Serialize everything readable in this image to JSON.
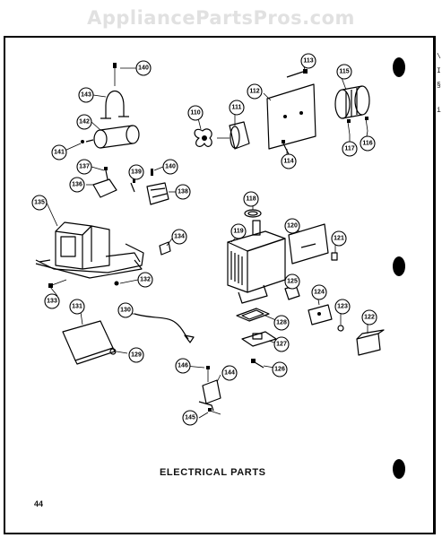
{
  "watermark": "AppliancePartsPros.com",
  "caption": "ELECTRICAL PARTS",
  "page_number": "44",
  "edge_marks": [
    "\\",
    "I",
    "§",
    "i"
  ],
  "callouts": [
    {
      "label": "140",
      "name": "callout-140-top"
    },
    {
      "label": "143",
      "name": "callout-143"
    },
    {
      "label": "142",
      "name": "callout-142"
    },
    {
      "label": "141",
      "name": "callout-141"
    },
    {
      "label": "137",
      "name": "callout-137"
    },
    {
      "label": "136",
      "name": "callout-136"
    },
    {
      "label": "139",
      "name": "callout-139"
    },
    {
      "label": "140",
      "name": "callout-140-mid"
    },
    {
      "label": "138",
      "name": "callout-138"
    },
    {
      "label": "135",
      "name": "callout-135"
    },
    {
      "label": "134",
      "name": "callout-134"
    },
    {
      "label": "133",
      "name": "callout-133"
    },
    {
      "label": "132",
      "name": "callout-132"
    },
    {
      "label": "131",
      "name": "callout-131"
    },
    {
      "label": "130",
      "name": "callout-130"
    },
    {
      "label": "129",
      "name": "callout-129"
    },
    {
      "label": "113",
      "name": "callout-113"
    },
    {
      "label": "115",
      "name": "callout-115"
    },
    {
      "label": "112",
      "name": "callout-112"
    },
    {
      "label": "111",
      "name": "callout-111"
    },
    {
      "label": "110",
      "name": "callout-110"
    },
    {
      "label": "114",
      "name": "callout-114"
    },
    {
      "label": "117",
      "name": "callout-117"
    },
    {
      "label": "116",
      "name": "callout-116"
    },
    {
      "label": "118",
      "name": "callout-118"
    },
    {
      "label": "120",
      "name": "callout-120"
    },
    {
      "label": "119",
      "name": "callout-119"
    },
    {
      "label": "121",
      "name": "callout-121"
    },
    {
      "label": "125",
      "name": "callout-125"
    },
    {
      "label": "124",
      "name": "callout-124"
    },
    {
      "label": "123",
      "name": "callout-123"
    },
    {
      "label": "122",
      "name": "callout-122"
    },
    {
      "label": "128",
      "name": "callout-128"
    },
    {
      "label": "127",
      "name": "callout-127"
    },
    {
      "label": "126",
      "name": "callout-126"
    },
    {
      "label": "146",
      "name": "callout-146"
    },
    {
      "label": "144",
      "name": "callout-144"
    },
    {
      "label": "145",
      "name": "callout-145"
    }
  ]
}
